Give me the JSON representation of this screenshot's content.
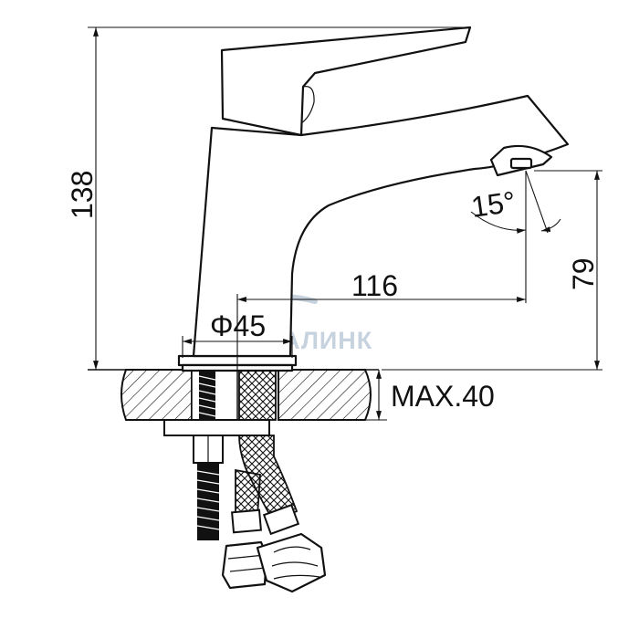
{
  "dimensions": {
    "height_total": "138",
    "spout_height": "79",
    "spout_reach": "116",
    "base_diameter": "Φ45",
    "spout_angle": "15°",
    "max_countertop": "MAX.40"
  },
  "watermark": {
    "text": "АКВАЛИНК"
  }
}
